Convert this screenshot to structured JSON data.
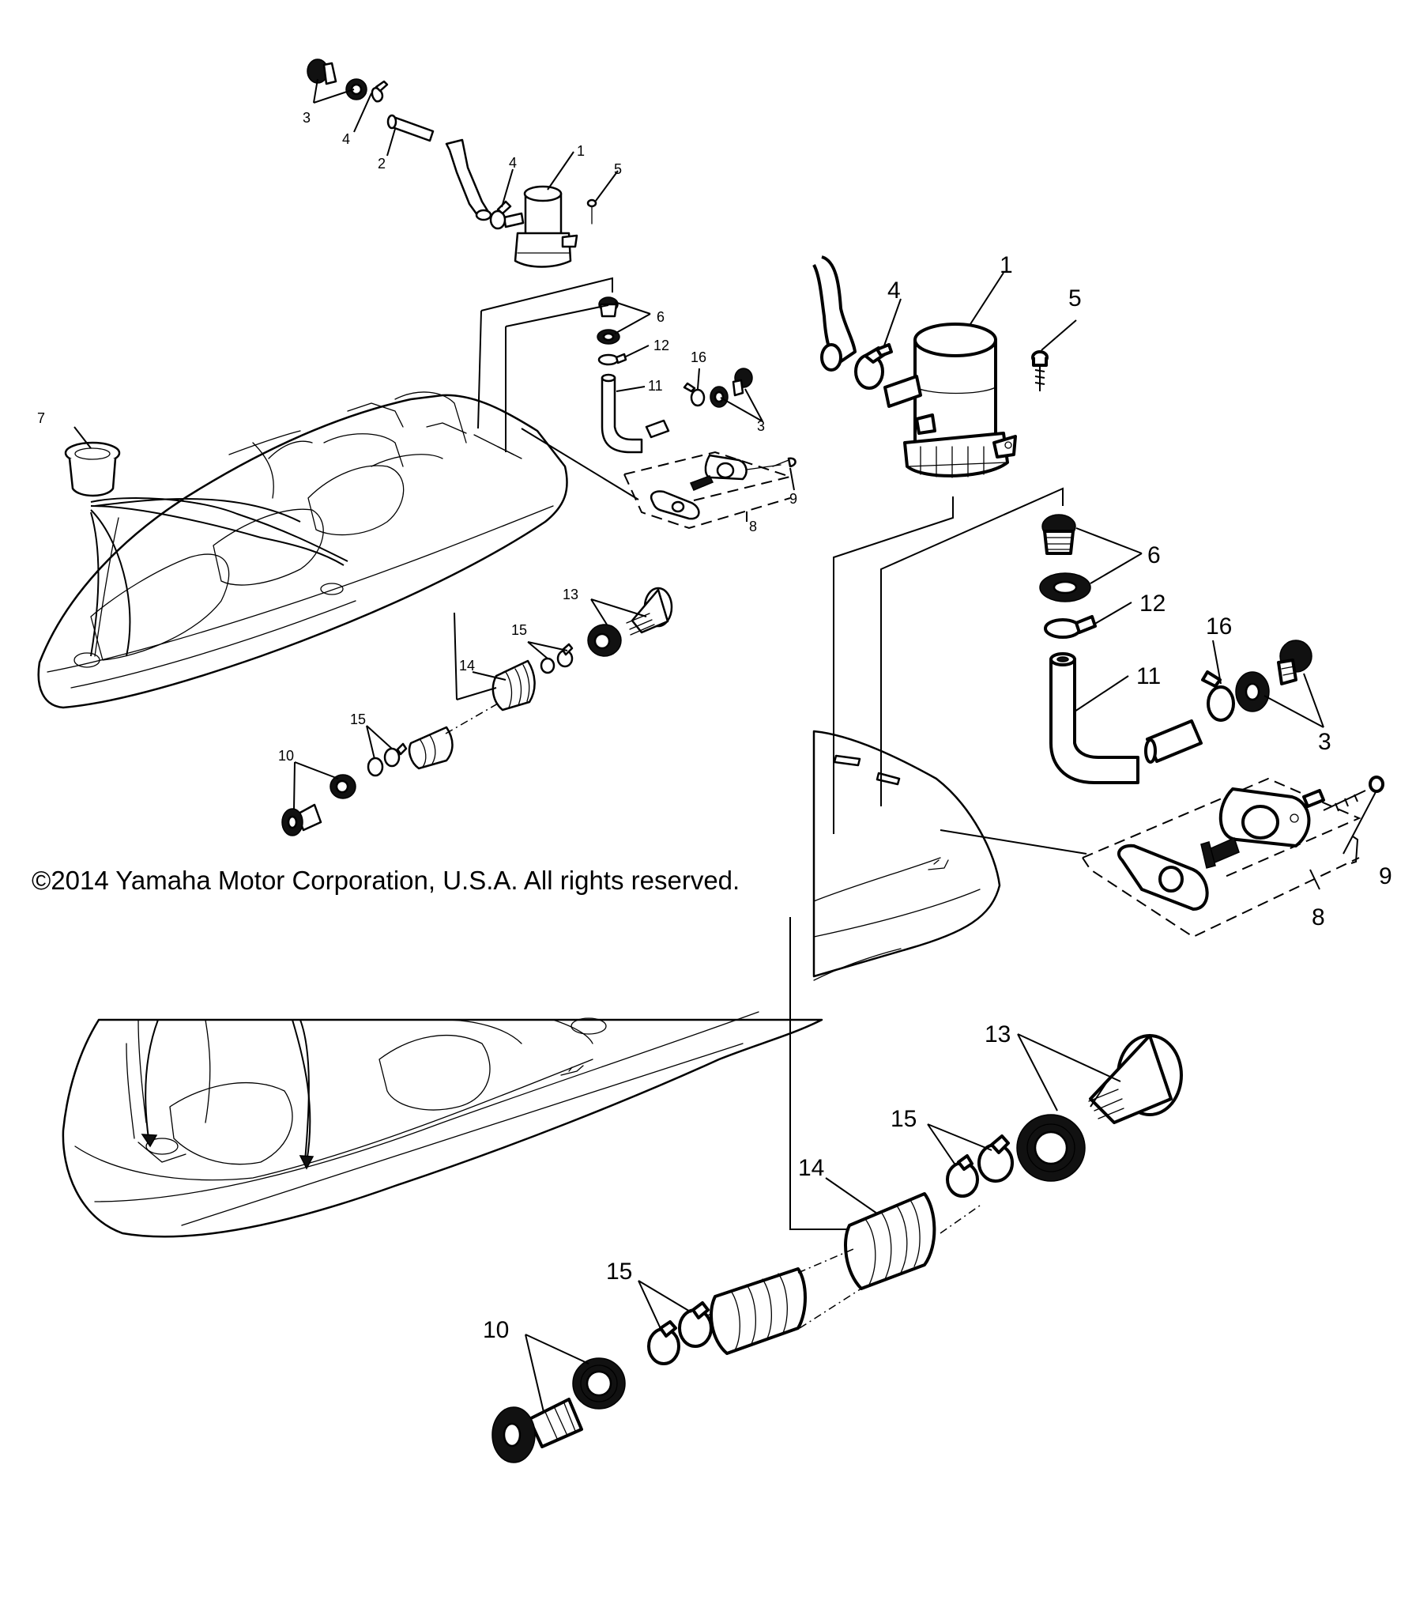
{
  "diagram": {
    "copyright": "©2014 Yamaha Motor Corporation, U.S.A. All rights reserved.",
    "overview_labels": {
      "p1": "1",
      "p2": "2",
      "p3a": "3",
      "p3b": "3",
      "p4a": "4",
      "p4b": "4",
      "p5": "5",
      "p6": "6",
      "p7": "7",
      "p8": "8",
      "p9": "9",
      "p10": "10",
      "p11": "11",
      "p12": "12",
      "p13": "13",
      "p14": "14",
      "p15a": "15",
      "p15b": "15",
      "p16": "16"
    },
    "detail_labels": {
      "p1": "1",
      "p3": "3",
      "p4": "4",
      "p5": "5",
      "p6": "6",
      "p8": "8",
      "p9": "9",
      "p10": "10",
      "p11": "11",
      "p12": "12",
      "p13": "13",
      "p14": "14",
      "p15a": "15",
      "p15b": "15",
      "p16": "16"
    }
  }
}
